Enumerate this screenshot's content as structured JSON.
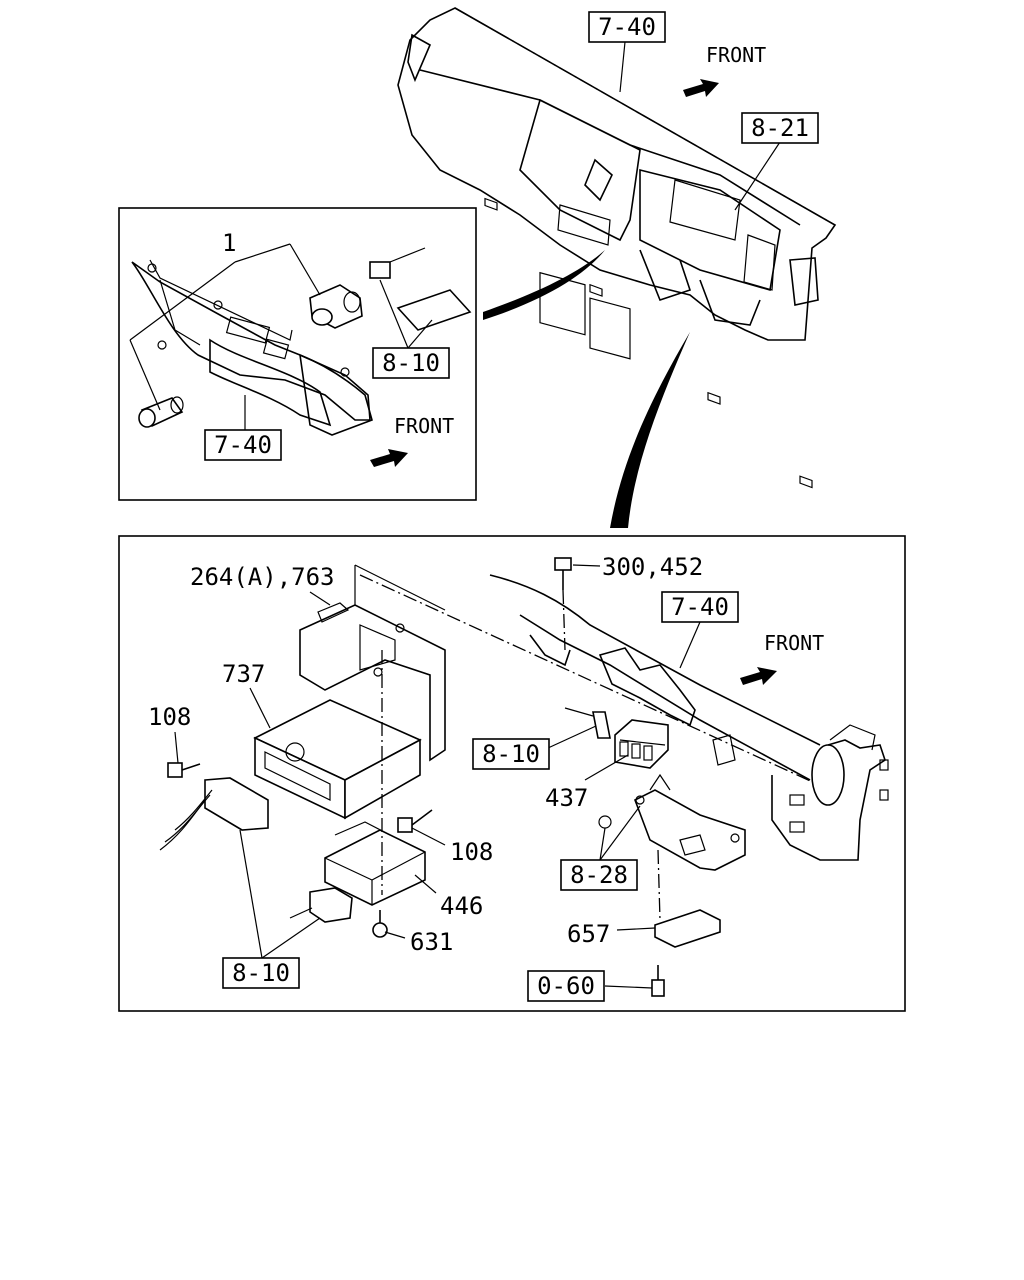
{
  "front_label": "FRONT",
  "top_view": {
    "refs": [
      "7-40",
      "8-21"
    ]
  },
  "inset_switch": {
    "part_1": "1",
    "refs": [
      "8-10",
      "7-40"
    ]
  },
  "main_view": {
    "part_264_763": "264(A),763",
    "part_300_452": "300,452",
    "part_737": "737",
    "part_108_a": "108",
    "part_108_b": "108",
    "part_437": "437",
    "part_446": "446",
    "part_631": "631",
    "part_657": "657",
    "refs": [
      "7-40",
      "8-10",
      "8-28",
      "8-10",
      "0-60"
    ]
  }
}
